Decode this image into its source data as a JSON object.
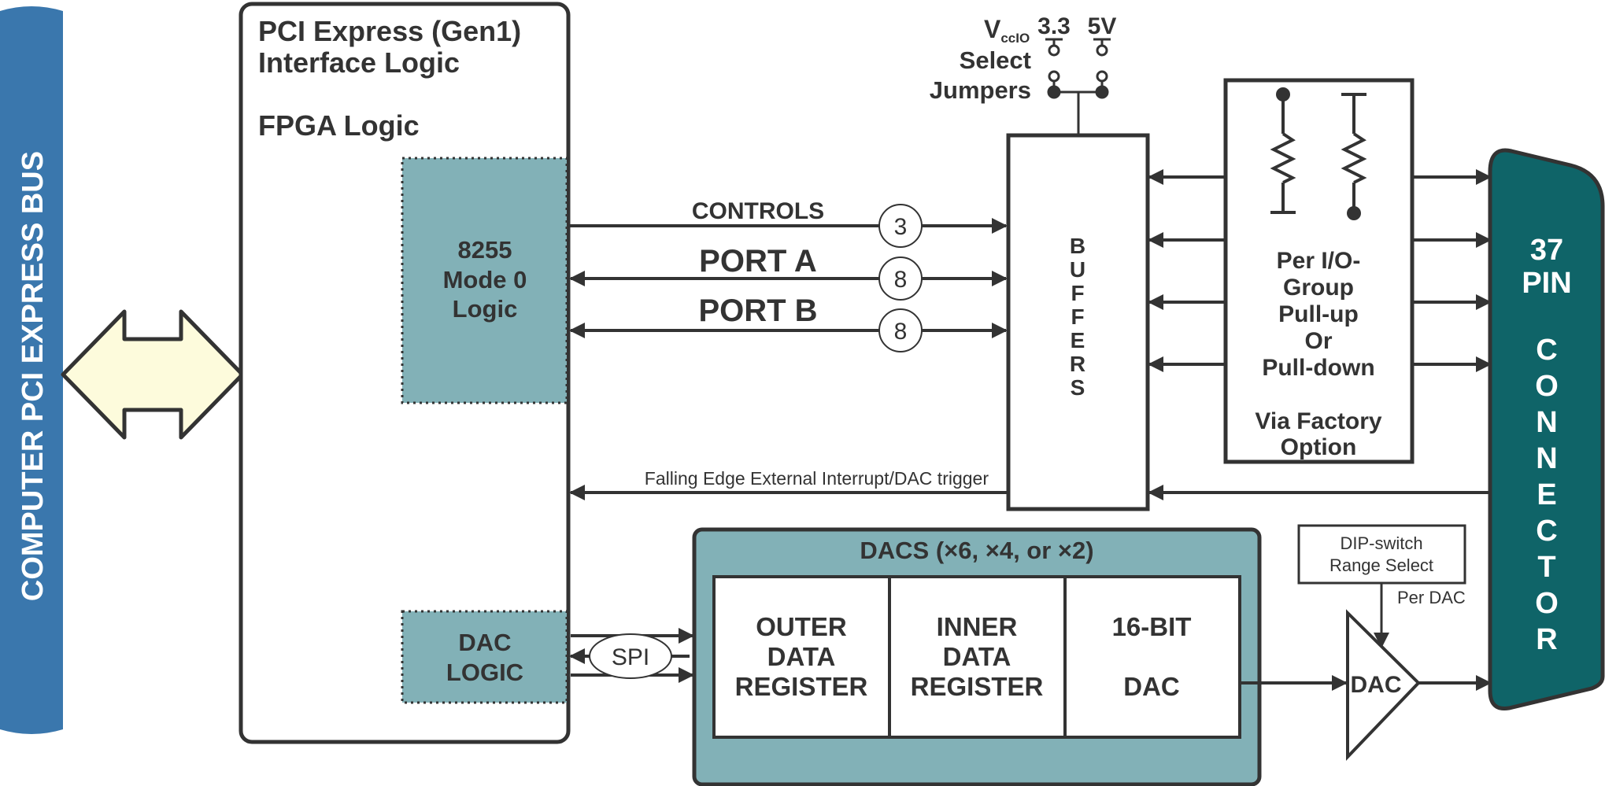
{
  "pci_bus": {
    "label": "COMPUTER  PCI  EXPRESS BUS"
  },
  "fpga": {
    "title_line1": "PCI Express (Gen1)",
    "title_line2": "Interface Logic",
    "subtitle": "FPGA Logic"
  },
  "mode0": {
    "line1": "8255",
    "line2": "Mode 0",
    "line3": "Logic"
  },
  "dac_logic": {
    "line1": "DAC",
    "line2": "LOGIC"
  },
  "signals": {
    "controls": "CONTROLS",
    "controls_width": "3",
    "port_a": "PORT A",
    "port_a_width": "8",
    "port_b": "PORT B",
    "port_b_width": "8",
    "interrupt": "Falling Edge External Interrupt/DAC trigger",
    "spi": "SPI"
  },
  "jumpers": {
    "vcc_main": "V",
    "vcc_sub": "ccIO",
    "v33": "3.3",
    "v5": "5V",
    "line2": "Select",
    "line3": "Jumpers"
  },
  "buffers": {
    "letters": [
      "B",
      "U",
      "F",
      "F",
      "E",
      "R",
      "S"
    ]
  },
  "pull": {
    "line1": "Per I/O-",
    "line2": "Group",
    "line3": "Pull-up",
    "line4": "Or",
    "line5": "Pull-down",
    "line6": "Via Factory",
    "line7": "Option"
  },
  "connector": {
    "line1": "37",
    "line2": "PIN",
    "letters": [
      "C",
      "O",
      "N",
      "N",
      "E",
      "C",
      "T",
      "O",
      "R"
    ]
  },
  "dacs": {
    "title": "DACS (×6, ×4, or ×2)",
    "outer": [
      "OUTER",
      "DATA",
      "REGISTER"
    ],
    "inner": [
      "INNER",
      "DATA",
      "REGISTER"
    ],
    "bit16": [
      "16-BIT",
      "",
      "DAC"
    ]
  },
  "dip": {
    "line1": "DIP-switch",
    "line2": "Range Select",
    "note": "Per DAC"
  },
  "amp": {
    "label": "DAC"
  },
  "colors": {
    "bus_blue": "#3a77ad",
    "teal_fill": "#82b1b7",
    "connector_teal": "#0f6468",
    "arrow_cream": "#fdfbdc",
    "stroke": "#333333"
  }
}
